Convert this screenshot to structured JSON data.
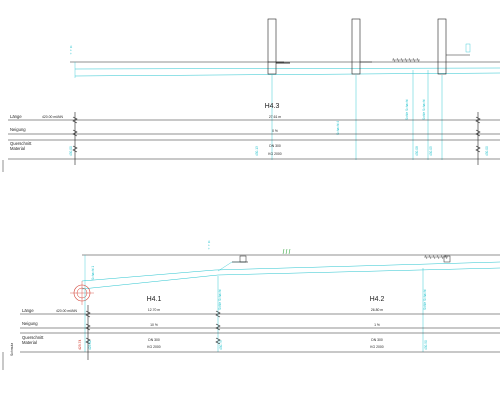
{
  "top": {
    "section_label": "H4.3",
    "row_labels": {
      "length": "Länge",
      "slope": "Neigung",
      "cross_section": "Querschnitt",
      "material": "Material"
    },
    "ref_height": "420.00 müNN",
    "length_value": "27.61 m",
    "slope_value": "0 %",
    "dn_value": "DN 300",
    "material_value": "KG 2000",
    "level_left": "430.00",
    "level_right": "430.00"
  },
  "bottom": {
    "sections": [
      {
        "label": "H4.1",
        "length": "12.70 m",
        "slope": "10 %",
        "dn": "DN 300",
        "material": "KG 2000"
      },
      {
        "label": "H4.2",
        "length": "26.80 m",
        "slope": "1 %",
        "dn": "DN 300",
        "material": "KG 2000"
      }
    ],
    "row_labels": {
      "length": "Länge",
      "slope": "Neigung",
      "cross_section": "Querschnitt",
      "material": "Material"
    },
    "ref_height": "420.00 müNN",
    "side_label": "Schmutz"
  },
  "colors": {
    "line": "#222222",
    "pipe": "#27c4cf",
    "text": "#222222",
    "accent_red": "#d23b2e",
    "grass": "#3aa845"
  }
}
